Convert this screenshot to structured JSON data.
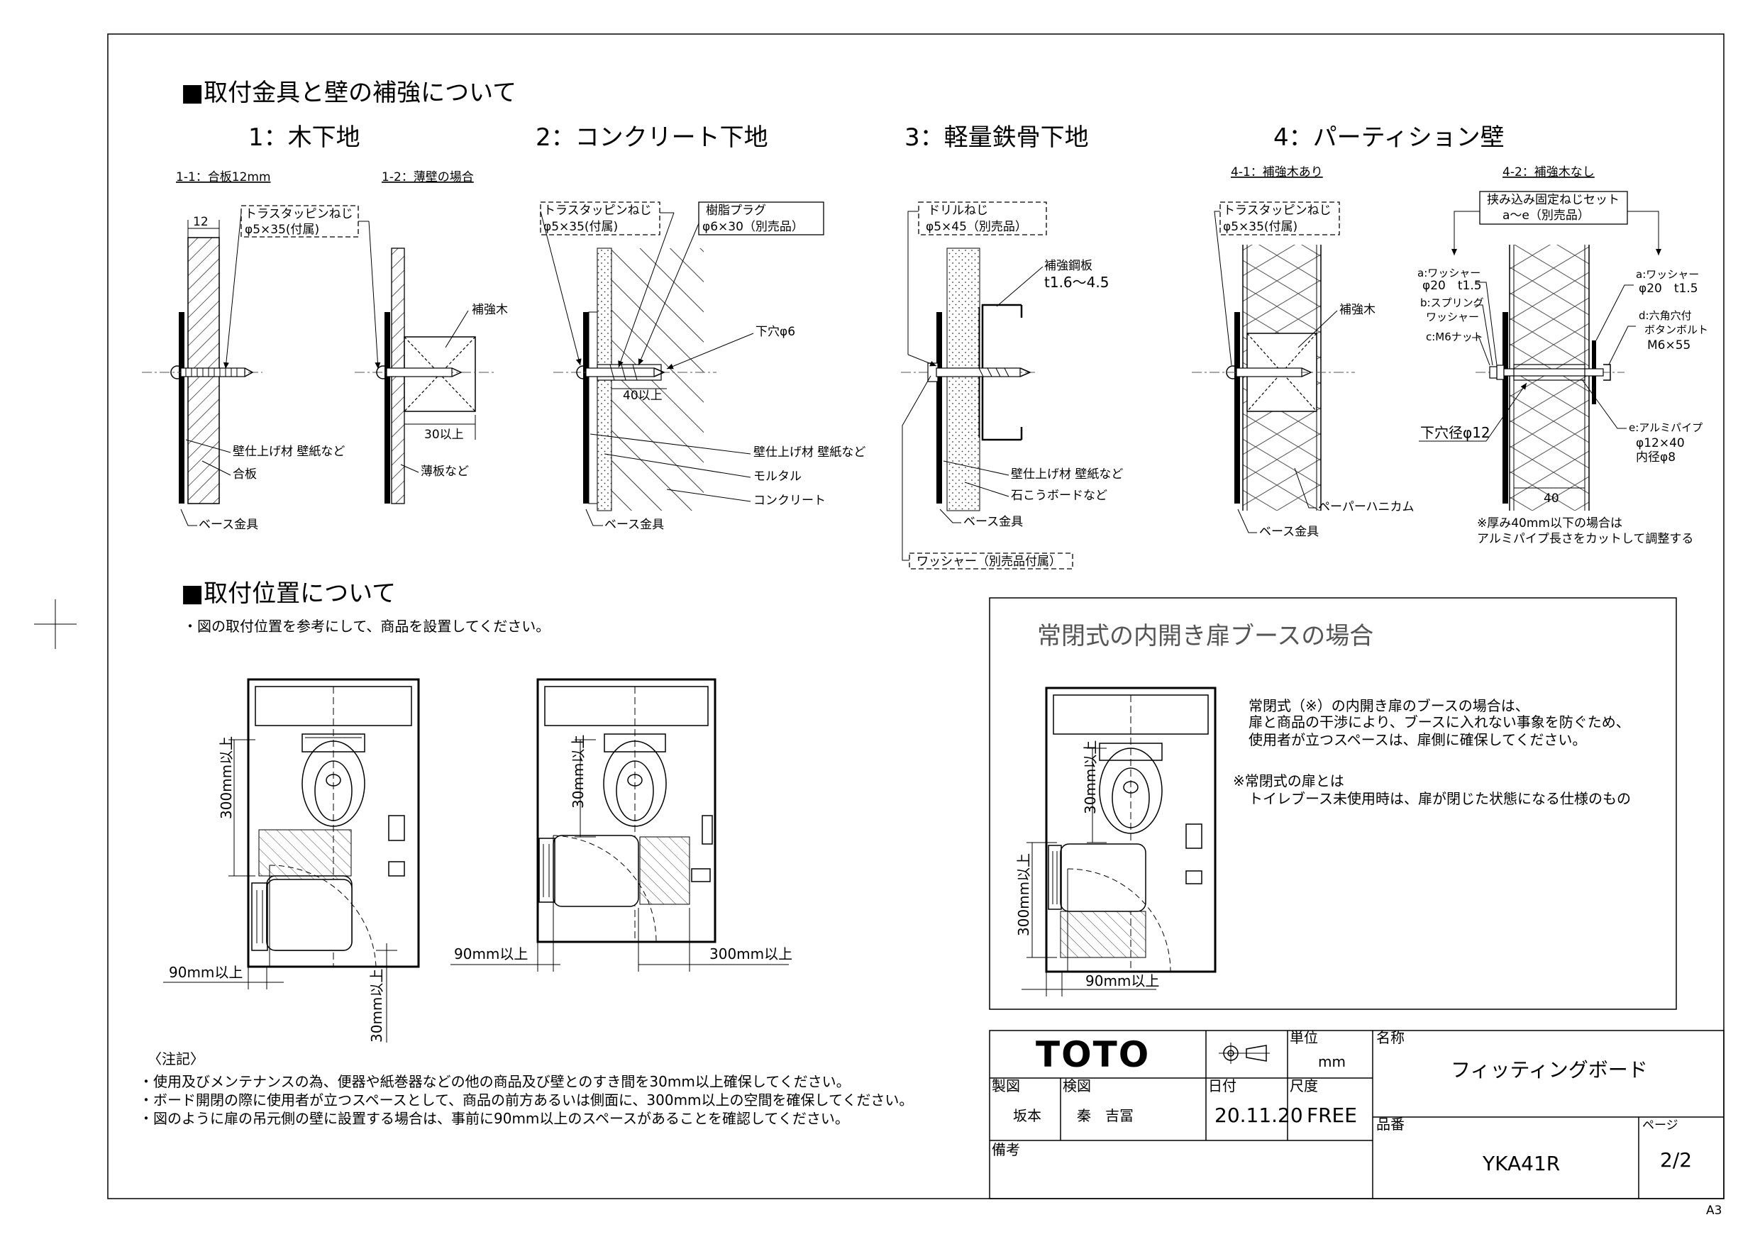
{
  "section1": {
    "title": "■取付金具と壁の補強について",
    "methods": [
      "1：木下地",
      "2：コンクリート下地",
      "3：軽量鉄骨下地",
      "4：パーティション壁"
    ],
    "wood": {
      "sub1": "1-1：合板12mm",
      "sub2": "1-2：薄壁の場合",
      "dim12": "12",
      "screw_name": "トラスタッピンねじ",
      "screw_size": "φ5×35(付属)",
      "reinforce": "補強木",
      "dim30": "30以上",
      "finish": "壁仕上げ材 壁紙など",
      "plywood": "合板",
      "thin": "薄板など",
      "base": "ベース金具"
    },
    "concrete": {
      "screw_name": "トラスタッピンねじ",
      "screw_size": "φ5×35(付属)",
      "plug_name": "樹脂プラグ",
      "plug_size": "φ6×30（別売品）",
      "hole": "下穴φ6",
      "dim40": "40以上",
      "finish": "壁仕上げ材 壁紙など",
      "mortar": "モルタル",
      "concrete": "コンクリート",
      "base": "ベース金具"
    },
    "steel": {
      "screw_name": "ドリルねじ",
      "screw_size": "φ5×45（別売品）",
      "plate_name": "補強鋼板",
      "plate_size": "t1.6～4.5",
      "finish": "壁仕上げ材 壁紙など",
      "board": "石こうボードなど",
      "base": "ベース金具",
      "washer": "ワッシャー（別売品付属）"
    },
    "partition": {
      "sub1": "4-1：補強木あり",
      "sub2": "4-2：補強木なし",
      "screw_name": "トラスタッピンねじ",
      "screw_size": "φ5×35(付属)",
      "reinforce": "補強木",
      "honeycomb": "ペーパーハニカム",
      "base": "ベース金具",
      "set_line1": "挟み込み固定ねじセット",
      "set_line2": "a～e（別売品）",
      "a_left1": "a:ワッシャー",
      "a_left2": "φ20　t1.5",
      "b_left1": "b:スプリング",
      "b_left2": "ワッシャー",
      "c_left": "c:M6ナット",
      "a_right1": "a:ワッシャー",
      "a_right2": "φ20　t1.5",
      "d_right1": "d:六角穴付",
      "d_right2": "ボタンボルト",
      "d_right3": "M6×55",
      "e_right1": "e:アルミパイプ",
      "e_right2": "φ12×40",
      "e_right3": "内径φ8",
      "hole": "下穴径φ12",
      "dim40": "40",
      "note1": "※厚み40mm以下の場合は",
      "note2": "アルミパイプ長さをカットして調整する"
    }
  },
  "section2": {
    "title": "■取付位置について",
    "desc": "・図の取付位置を参考にして、商品を設置してください。",
    "dims": {
      "d300": "300mm以上",
      "d90": "90mm以上",
      "d30": "30mm以上"
    }
  },
  "booth": {
    "title": "常閉式の内開き扉ブースの場合",
    "line1": "常閉式（※）の内開き扉のブースの場合は、",
    "line2": "扉と商品の干渉により、ブースに入れない事象を防ぐため、",
    "line3": "使用者が立つスペースは、扉側に確保してください。",
    "note1": "※常閉式の扉とは",
    "note2": "トイレブース未使用時は、扉が閉じた状態になる仕様のもの"
  },
  "notes": {
    "heading": "〈注記〉",
    "items": [
      "・使用及びメンテナンスの為、便器や紙巻器などの他の商品及び壁とのすき間を30mm以上確保してください。",
      "・ボード開閉の際に使用者が立つスペースとして、商品の前方あるいは側面に、300mm以上の空間を確保してください。",
      "・図のように扉の吊元側の壁に設置する場合は、事前に90mm以上のスペースがあることを確認してください。"
    ]
  },
  "titleblock": {
    "brand": "TOTO",
    "unit_label": "単位",
    "unit": "mm",
    "name_label": "名称",
    "name": "フィッティングボード",
    "drawn_label": "製図",
    "drawn": "坂本",
    "checked_label": "検図",
    "checked": "秦　吉冨",
    "date_label": "日付",
    "date": "20.11.20",
    "scale_label": "尺度",
    "scale": "FREE",
    "part_label": "品番",
    "part": "YKA41R",
    "page_label": "ページ",
    "page": "2/2",
    "remarks_label": "備考"
  },
  "sheet": "A3"
}
